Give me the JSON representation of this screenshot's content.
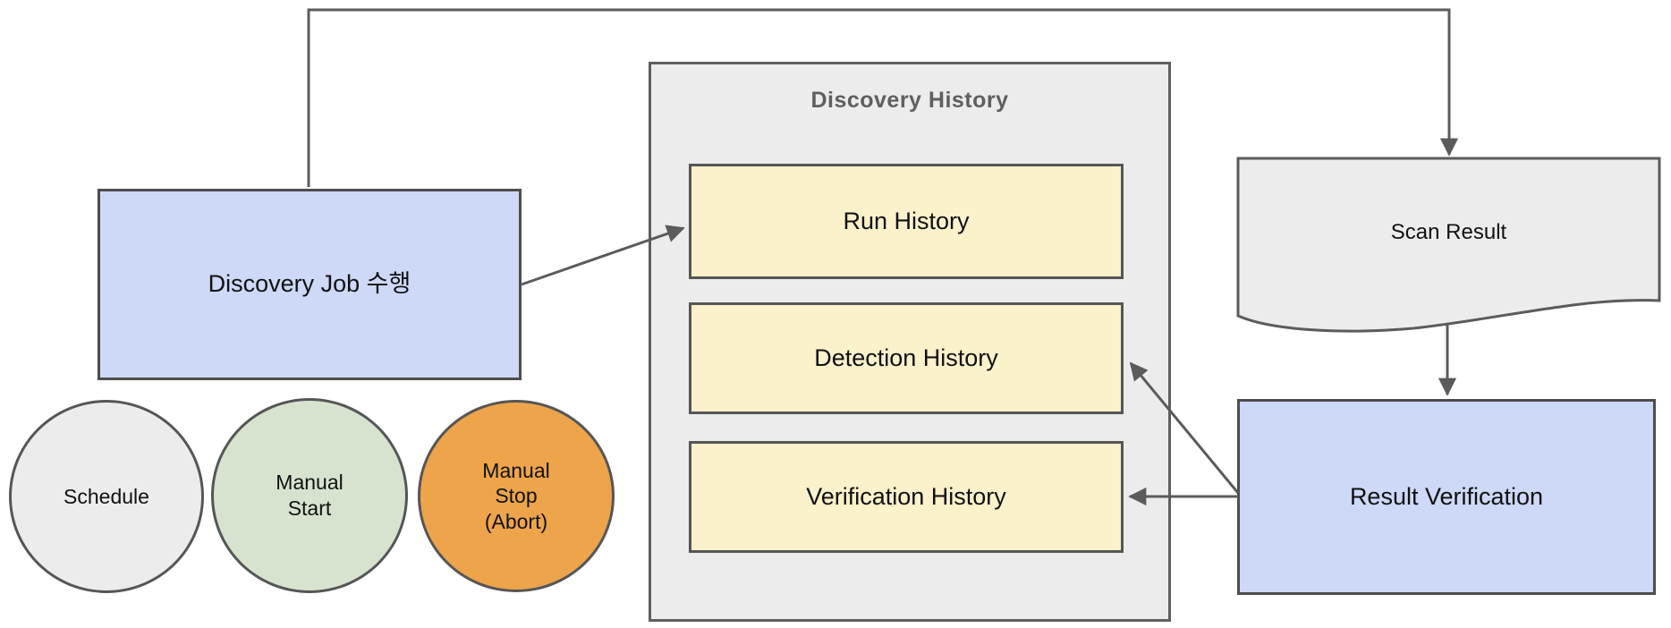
{
  "colors": {
    "blue_fill": "#cdd9f6",
    "yellow_fill": "#fbf1cb",
    "gray_fill": "#ececec",
    "green_fill": "#d7e3cf",
    "orange_fill": "#eda44b",
    "border_gray": "#4d4d4d",
    "arrow_gray": "#5b5b5b",
    "title_gray": "#5f5f5f"
  },
  "nodes": {
    "discovery_job": {
      "label": "Discovery Job 수행"
    },
    "triggers": [
      {
        "label": "Schedule"
      },
      {
        "label": [
          "Manual",
          "Start"
        ]
      },
      {
        "label": [
          "Manual",
          "Stop",
          "(Abort)"
        ]
      }
    ],
    "discovery_history": {
      "title": "Discovery History",
      "items": [
        {
          "label": "Run History"
        },
        {
          "label": "Detection History"
        },
        {
          "label": "Verification History"
        }
      ]
    },
    "scan_result": {
      "label": "Scan Result"
    },
    "result_verification": {
      "label": "Result Verification"
    }
  }
}
